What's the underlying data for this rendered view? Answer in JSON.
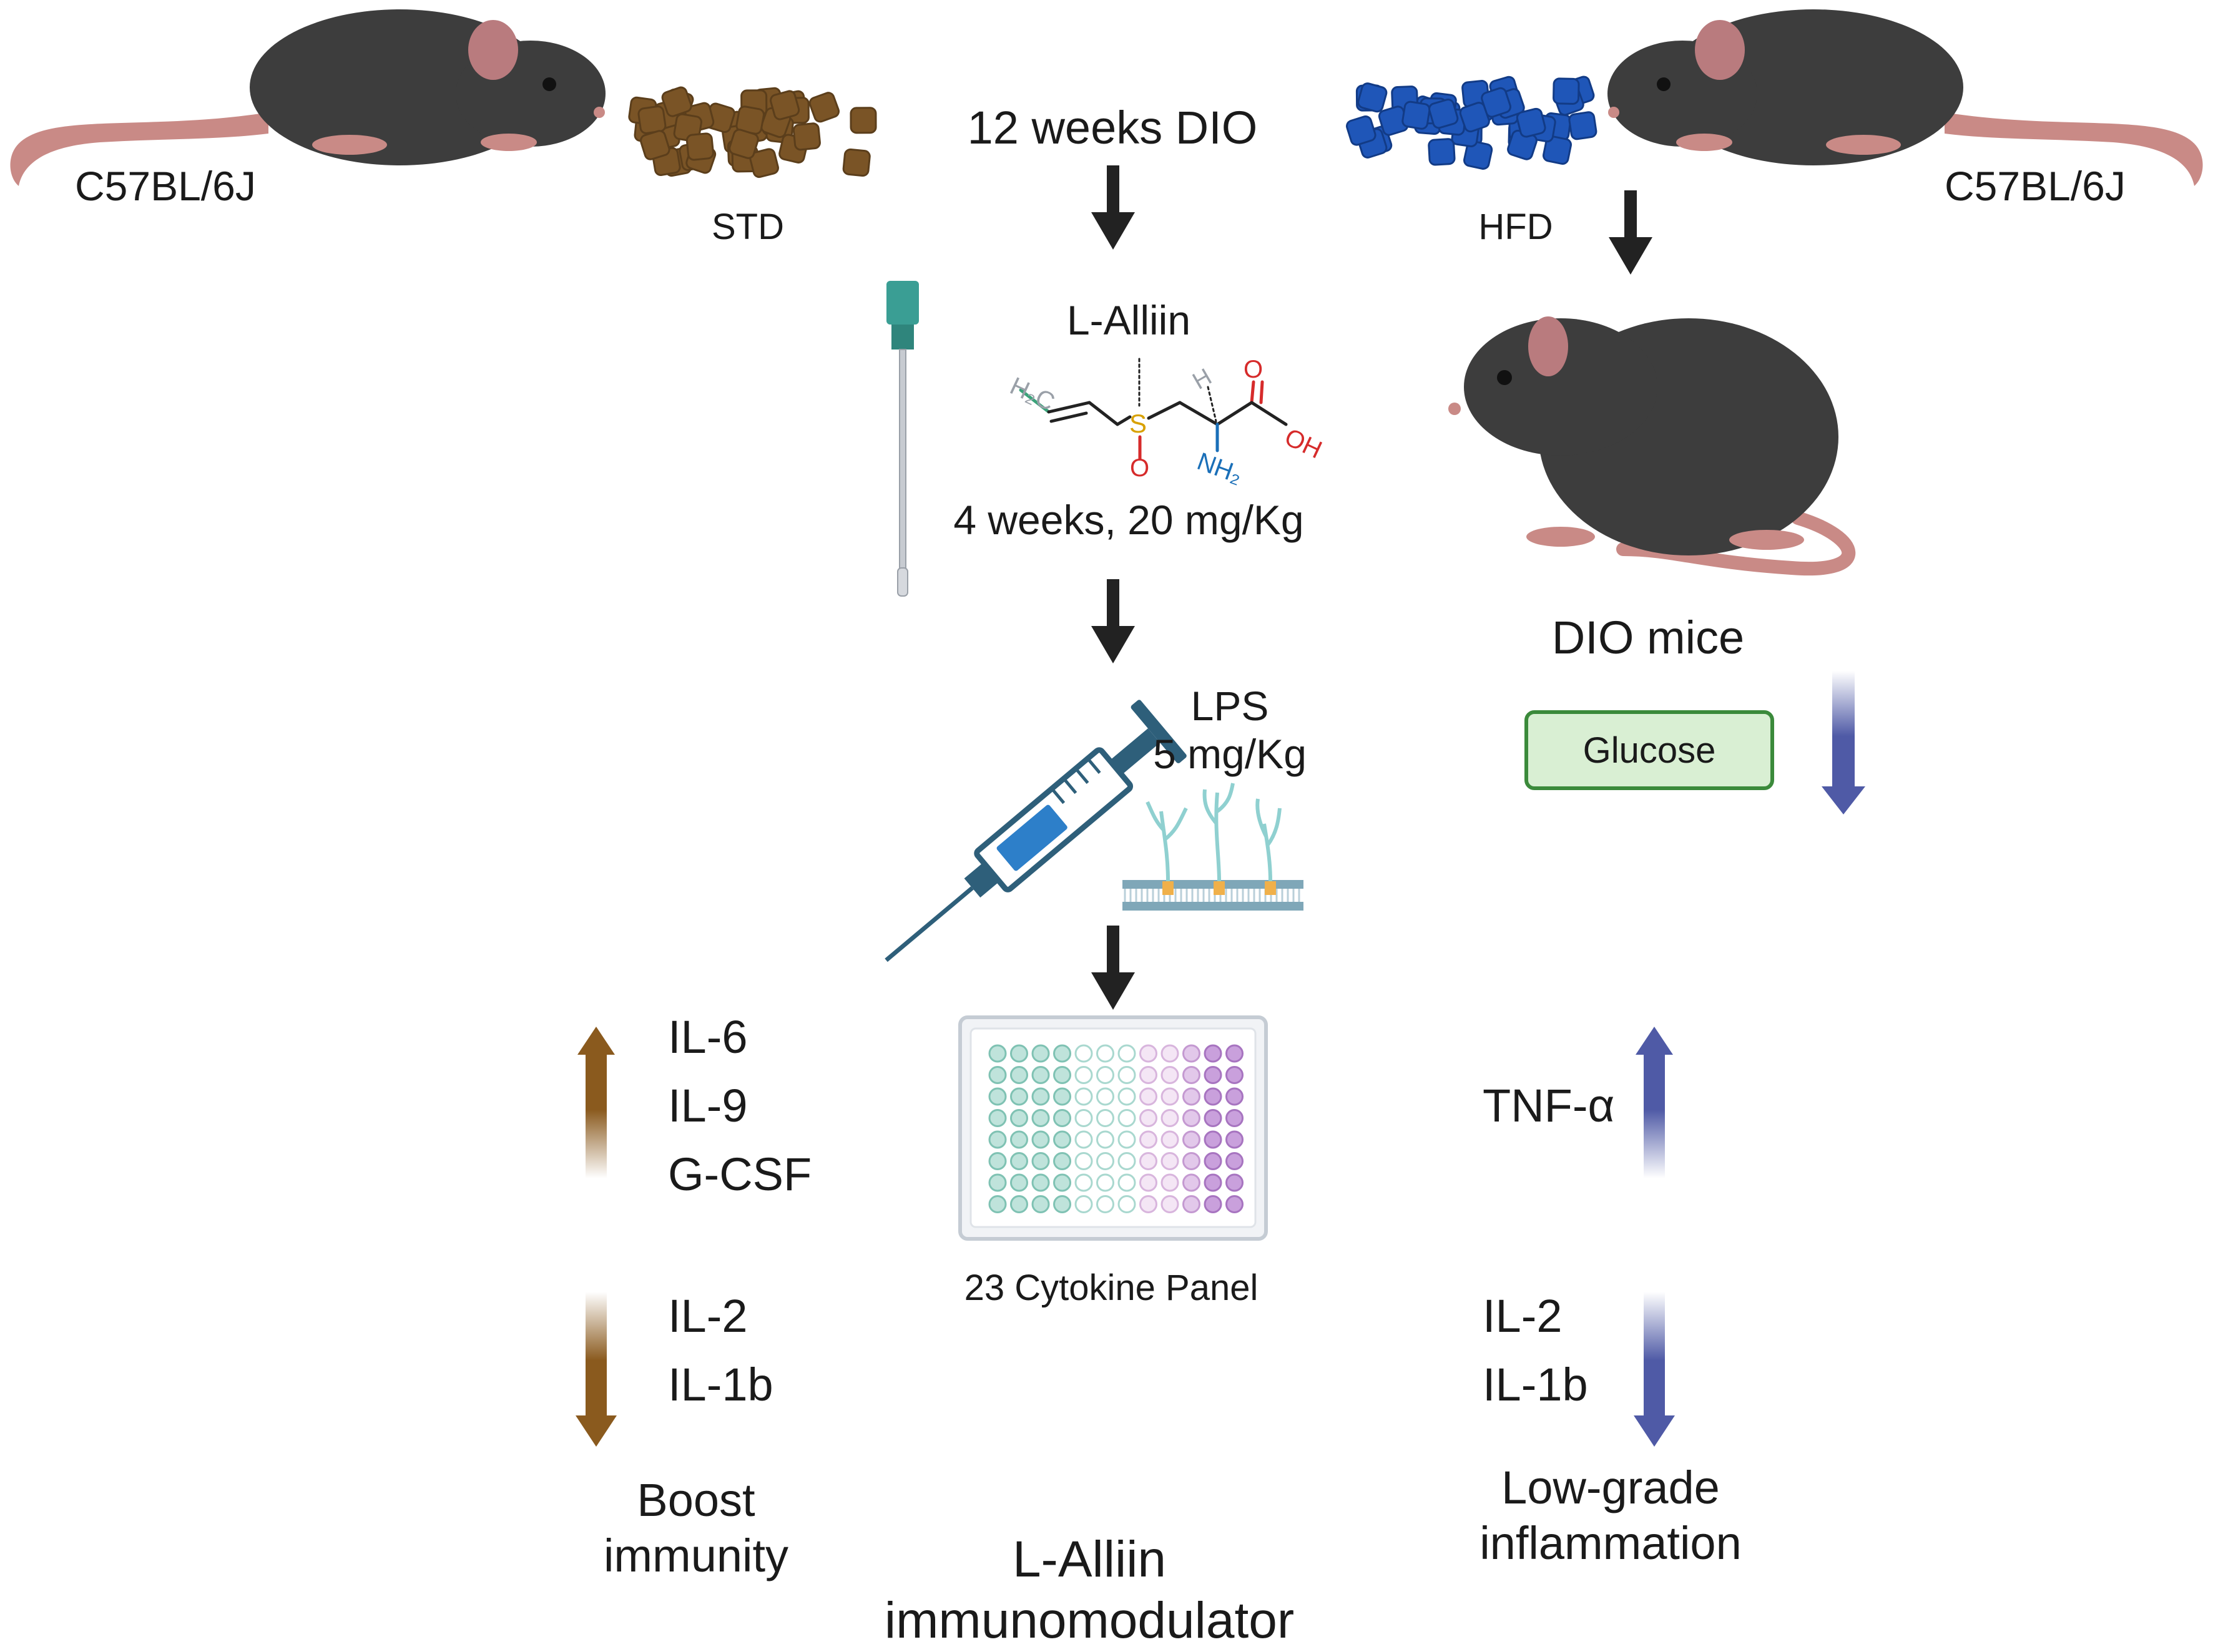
{
  "top": {
    "left_strain": "C57BL/6J",
    "right_strain": "C57BL/6J",
    "std_label": "STD",
    "hfd_label": "HFD",
    "timeline": "12 weeks DIO"
  },
  "treatment": {
    "compound": "L-Alliin",
    "dose": "4 weeks, 20 mg/Kg",
    "molecule_atoms": [
      "H₂C",
      "S",
      "O",
      "H",
      "O",
      "OH",
      "NH₂"
    ]
  },
  "challenge": {
    "agent": "LPS",
    "dose": "5 mg/Kg"
  },
  "assay": {
    "label": "23 Cytokine Panel",
    "plate_rows": 8,
    "plate_cols": 12
  },
  "dio": {
    "label": "DIO mice",
    "glucose": "Glucose",
    "glucose_direction": "down"
  },
  "left_results": {
    "up": [
      "IL-6",
      "IL-9",
      "G-CSF"
    ],
    "down": [
      "IL-2",
      "IL-1b"
    ],
    "line1": "Boost",
    "line2": "immunity",
    "arrow_color": "#8a5a1e"
  },
  "right_results": {
    "up": [
      "TNF-α"
    ],
    "down": [
      "IL-2",
      "IL-1b"
    ],
    "line1": "Low-grade",
    "line2": "inflammation",
    "arrow_color": "#4f5aa6"
  },
  "conclusion": {
    "line1": "L-Alliin",
    "line2": "immunomodulator"
  },
  "colors": {
    "mouse": "#3d3d3d",
    "std_pellets": "#7a5426",
    "hfd_pellets": "#1f56b8",
    "flow_arrow": "#222222",
    "syringe": "#2e5f7a"
  }
}
